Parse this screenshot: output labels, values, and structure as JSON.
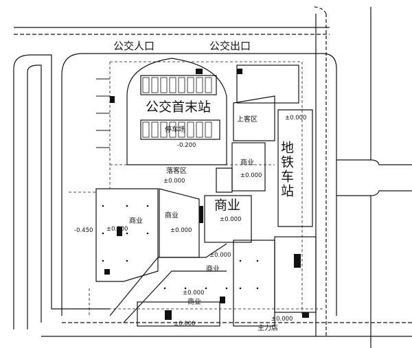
{
  "labels": {
    "bus_entrance": "公交人口",
    "bus_exit": "公交出口",
    "bus_terminal": "公交首末站",
    "bus_parking": "停车场",
    "bus_level": "-0.200",
    "boarding_area": "上客区",
    "alighting_area": "落客区",
    "alighting_level": "±0.000",
    "subway_station": "地铁车站",
    "subway_level": "±0.000",
    "commercial_1": "商业",
    "commercial_1_level": "±0.000",
    "commercial_main": "商业",
    "commercial_main_level": "±0.000",
    "commercial_left": "商业",
    "commercial_left_level": "±0.000",
    "left_low_level": "-0.450",
    "commercial_center": "商业",
    "commercial_center_level": "±0.000",
    "commercial_mid": "商业",
    "commercial_mid_level": "±0.000",
    "commercial_bottom": "商业",
    "commercial_bottom_level": "±0.000",
    "bottom_level": "±0.000",
    "anchor_store": "主力店",
    "anchor_level": "±0.000"
  },
  "colors": {
    "line": "#111111",
    "background": "#ffffff"
  }
}
